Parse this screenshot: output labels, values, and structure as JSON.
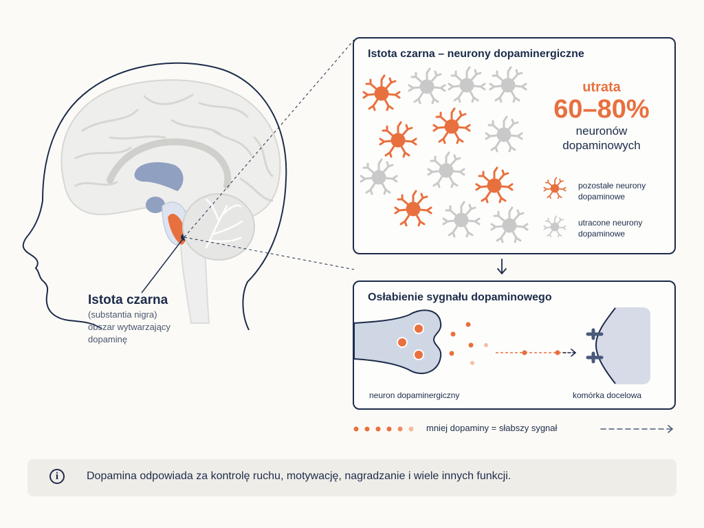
{
  "brain_label": {
    "title": "Istota czarna",
    "latin": "(substantia nigra)",
    "desc_line1": "obszar wytwarzający",
    "desc_line2": "dopaminę"
  },
  "neuron_panel": {
    "title": "Istota czarna – neurony dopaminergiczne",
    "stat_word": "utrata",
    "stat_value": "60–80%",
    "stat_desc_line1": "neuronów",
    "stat_desc_line2": "dopaminowych",
    "legend_remaining_line1": "pozostałe neurony",
    "legend_remaining_line2": "dopaminowe",
    "legend_lost_line1": "utracone neurony",
    "legend_lost_line2": "dopaminowe"
  },
  "signal_panel": {
    "title": "Osłabienie sygnału dopaminowego",
    "neuron_label": "neuron dopaminergiczny",
    "target_label": "komórka docelowa"
  },
  "bottom_legend": "mniej dopaminy = słabszy sygnał",
  "info": {
    "icon": "info-icon",
    "text": "Dopamina odpowiada za kontrolę ruchu, motywację, nagradzanie i wiele innych funkcji."
  },
  "colors": {
    "navy": "#1c2b4a",
    "orange": "#e8703f",
    "gray_neuron": "#c9c9c9",
    "ventricle": "#8fa0c0",
    "background": "#fbfaf6"
  }
}
